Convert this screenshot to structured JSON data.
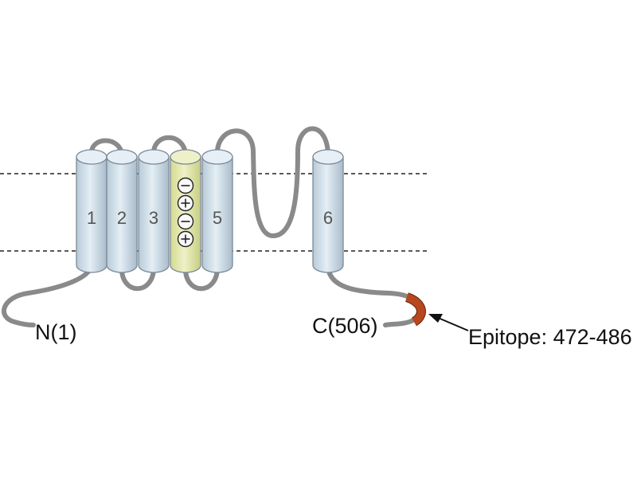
{
  "diagram": {
    "helices": [
      {
        "label": "1"
      },
      {
        "label": "2"
      },
      {
        "label": "3"
      },
      {
        "label": ""
      },
      {
        "label": "5"
      },
      {
        "label": "6"
      }
    ],
    "charges": [
      "-",
      "+",
      "-",
      "+"
    ],
    "n_terminus": "N(1)",
    "c_terminus": "C(506)",
    "epitope_label": "Epitope: 472-486",
    "colors": {
      "helix": "#cddde9",
      "voltage_sensor": "#e3e8b0",
      "loop": "#8a8a8a",
      "epitope": "#b8461e"
    }
  }
}
